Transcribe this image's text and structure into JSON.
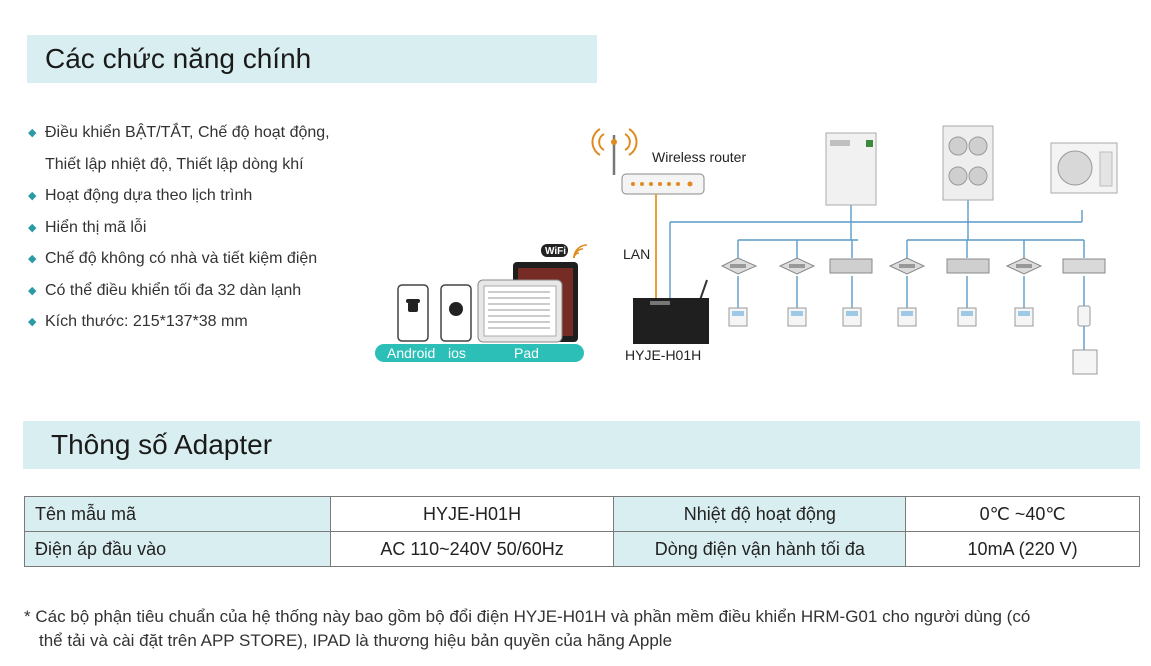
{
  "section1": {
    "title": "Các chức năng chính"
  },
  "features": [
    "Điều khiển BẬT/TẮT, Chế độ hoạt động,",
    "Thiết lập nhiệt độ, Thiết lập dòng khí",
    "Hoạt động dựa theo lịch trình",
    "Hiển thị mã lỗi",
    "Chế độ không có nhà và tiết kiệm điện",
    "Có thể điều khiển tối đa 32 dàn lạnh",
    "Kích thước: 215*137*38 mm"
  ],
  "bullet_glyph": "◆",
  "diagram": {
    "router_label": "Wireless router",
    "lan_label": "LAN",
    "adapter_label": "HYJE-H01H",
    "wifi_badge": "WiFi",
    "devices": [
      "Android",
      "ios",
      "Pad"
    ],
    "colors": {
      "lan_line": "#e8a13a",
      "bus_line": "#5b9bc7",
      "device_bar": "#2bbfb8",
      "wifi_waves": "#e08a1e"
    }
  },
  "section2": {
    "title": "Thông số Adapter"
  },
  "spec_table": {
    "rows": [
      {
        "label1": "Tên mẫu mã",
        "value1": "HYJE-H01H",
        "label2": "Nhiệt độ hoạt động",
        "value2": "0℃ ~40℃"
      },
      {
        "label1": "Điện áp đầu vào",
        "value1": "AC  110~240V 50/60Hz",
        "label2": "Dòng điện vận hành tối đa",
        "value2": "10mA (220 V)"
      }
    ]
  },
  "footnote": {
    "line1": "* Các bộ phận tiêu chuẩn của hệ thống này bao gồm bộ đổi điện HYJE-H01H và phần mềm điều khiển HRM-G01 cho người dùng (có",
    "line2": "thể tải và cài đặt trên APP STORE), IPAD là thương hiệu bản quyền của hãng Apple"
  },
  "colors": {
    "section_bg": "#d9eef0",
    "bullet": "#2a9aa6"
  }
}
